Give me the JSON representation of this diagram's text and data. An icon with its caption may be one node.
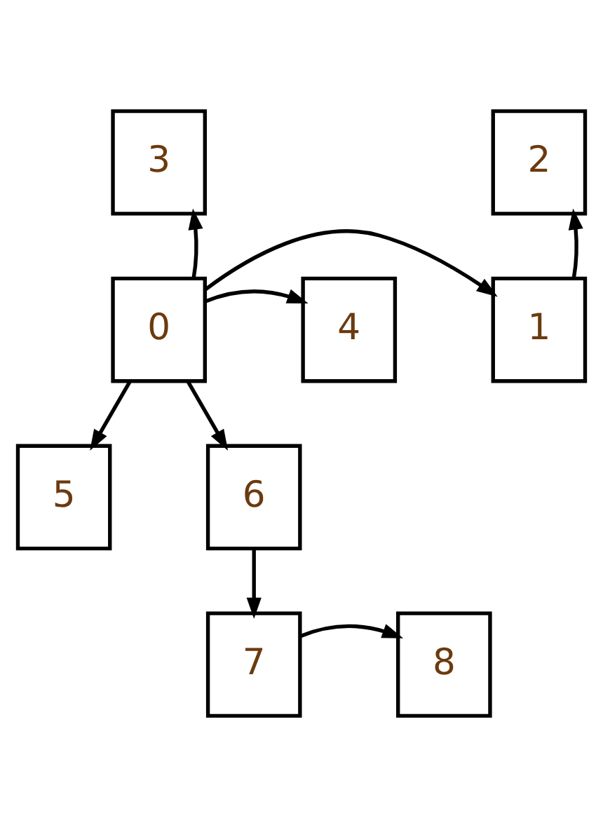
{
  "diagram": {
    "nodes": [
      {
        "text": [
          "0"
        ]
      },
      {
        "text": [
          "1"
        ]
      },
      {
        "text": [
          "2"
        ]
      },
      {
        "text": [
          "3"
        ]
      },
      {
        "text": [
          "4"
        ]
      },
      {
        "text": [
          "5"
        ]
      },
      {
        "text": [
          "6"
        ]
      },
      {
        "text": [
          "7"
        ]
      },
      {
        "text": [
          "8"
        ]
      }
    ],
    "edges": [
      {
        "from": 0,
        "to": 1,
        "arrow": "to"
      },
      {
        "from": 1,
        "to": 2,
        "arrow": "to"
      },
      {
        "from": 0,
        "to": 3,
        "arrow": "to"
      },
      {
        "from": 0,
        "to": 4,
        "arrow": "to"
      },
      {
        "from": 0,
        "to": 6,
        "arrow": "to"
      },
      {
        "from": 0,
        "to": 5,
        "arrow": "to"
      },
      {
        "from": 6,
        "to": 7,
        "arrow": "to"
      },
      {
        "from": 7,
        "to": 8,
        "arrow": "to"
      }
    ]
  }
}
